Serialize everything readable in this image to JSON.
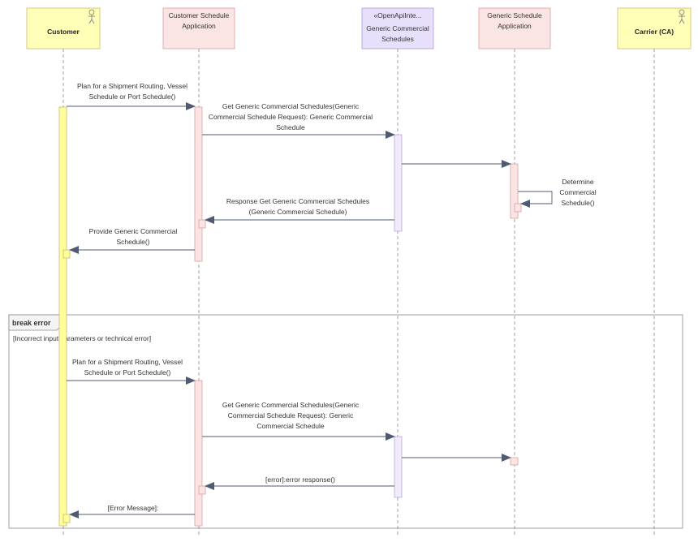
{
  "colors": {
    "actor_fill": "#FFFFB8",
    "actor_stroke": "#C9BB6C",
    "app_fill": "#FBE4E4",
    "app_stroke": "#D9A0A0",
    "api_fill": "#E8E0FA",
    "api_stroke": "#A99AD8",
    "customer_activation": "#FFFF99",
    "lifeline": "#888888",
    "arrow": "#4F5A73"
  },
  "participants": {
    "customer": {
      "label": "Customer",
      "icon": "actor-icon"
    },
    "customer_app": {
      "lines": [
        "Customer Schedule",
        "Application"
      ]
    },
    "api": {
      "lines": [
        "«OpenApiInte...",
        "Generic Commercial",
        "Schedules"
      ]
    },
    "generic_app": {
      "lines": [
        "Generic Schedule",
        "Application"
      ]
    },
    "carrier": {
      "label": "Carrier (CA)",
      "icon": "actor-icon"
    }
  },
  "messages": {
    "m1": [
      "Plan for a Shipment Routing, Vessel",
      "Schedule or Port Schedule()"
    ],
    "m2": [
      "Get Generic Commercial Schedules(Generic",
      "Commercial Schedule Request): Generic Commercial",
      "Schedule"
    ],
    "m4": [
      "Determine",
      "Commercial",
      "Schedule()"
    ],
    "m5": [
      "Response Get Generic Commercial Schedules",
      "(Generic Commercial Schedule)"
    ],
    "m6": [
      "Provide Generic Commercial",
      "Schedule()"
    ],
    "m7": [
      "Plan for a Shipment Routing, Vessel",
      "Schedule or Port Schedule()"
    ],
    "m8": [
      "Get Generic Commercial Schedules(Generic",
      "Commercial Schedule Request): Generic",
      "Commercial Schedule"
    ],
    "m10": [
      "[error]:error response()"
    ],
    "m11": [
      "[Error Message]:"
    ]
  },
  "fragment": {
    "label": "break error",
    "guard": "[Incorrect input parameters or technical error]"
  }
}
